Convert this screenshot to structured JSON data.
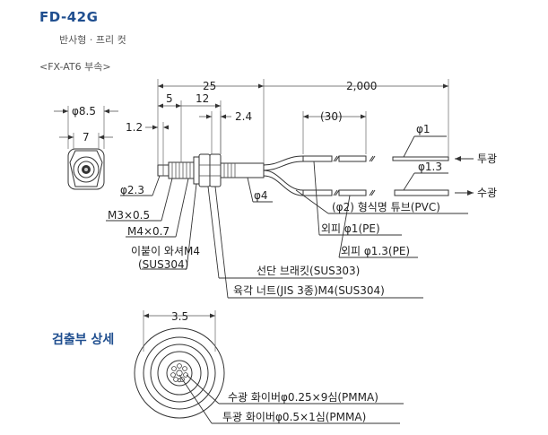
{
  "header": {
    "title": "FD-42G",
    "subtitle": "반사형 · 프리 컷",
    "accessory": "<FX-AT6 부속>"
  },
  "dimensions": {
    "end_diameter": "φ8.5",
    "end_width": "7",
    "total_length": "25",
    "cable_length": "2,000",
    "seg_5": "5",
    "seg_12": "12",
    "seg_1_2": "1.2",
    "seg_2_4": "2.4",
    "seg_30": "(30)",
    "tip_dia": "φ2.3",
    "body_dia": "φ4",
    "fiber_phi1": "φ1",
    "fiber_phi1_3": "φ1.3"
  },
  "labels": {
    "receiver": "투광",
    "emitter": "수광",
    "m3": "M3×0.5",
    "m4": "M4×0.7",
    "washer_1": "이붙이 와셔M4",
    "washer_2": "(SUS304)",
    "bracket": "선단 브래킷(SUS303)",
    "nut": "육각 너트(JIS 3종)M4(SUS304)",
    "tube": "(φ2) 형식명 튜브(PVC)",
    "sheath_1": "외피  φ1(PE)",
    "sheath_1_3": "외피  φ1.3(PE)"
  },
  "detail": {
    "title": "검출부 상세",
    "dia": "3.5",
    "rx_fiber": "수광 화이버φ0.25×9심(PMMA)",
    "tx_fiber": "투광 화이버φ0.5×1심(PMMA)"
  }
}
